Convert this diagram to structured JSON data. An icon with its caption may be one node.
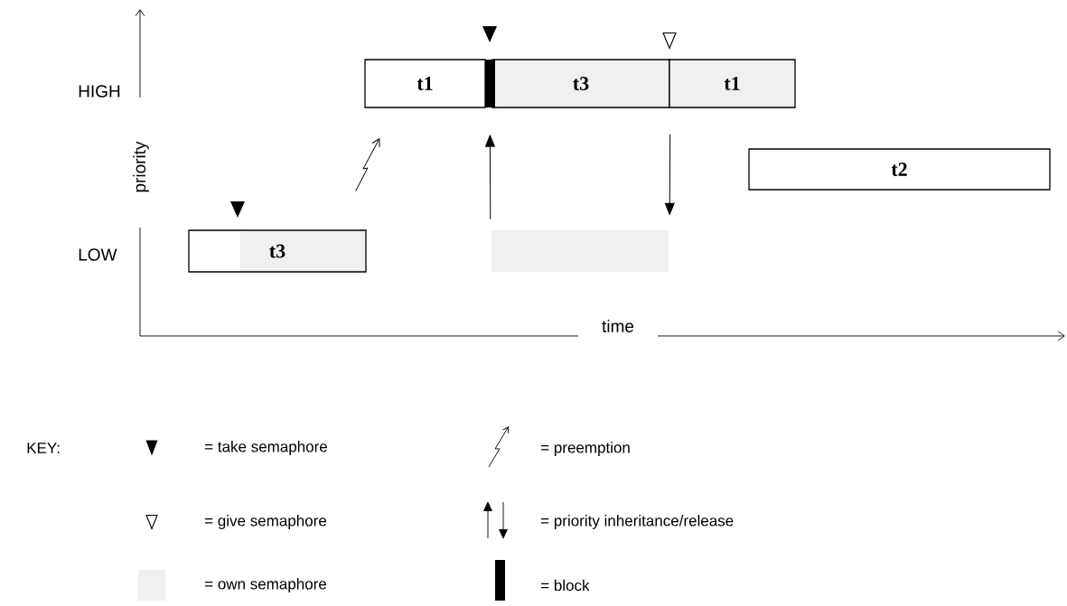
{
  "diagram": {
    "nodes": [
      {
        "text": [
          "t3"
        ]
      },
      {
        "text": [
          "t1"
        ]
      },
      {
        "text": [
          "t3"
        ]
      },
      {
        "text": [
          "t1"
        ]
      },
      {
        "text": [
          "t2"
        ]
      },
      {
        "text": [],
        "shape": "box"
      }
    ],
    "edges": [
      {
        "from": 0,
        "to": 1,
        "arrow": "to"
      },
      {
        "from": 5,
        "to": 2,
        "arrow": "to"
      },
      {
        "from": 2,
        "to": 5,
        "arrow": "to"
      }
    ],
    "labels": [
      "HIGH",
      "LOW",
      "priority",
      "time",
      "KEY:"
    ],
    "legend": [
      {
        "text": "= take semaphore"
      },
      {
        "text": "= give semaphore"
      },
      {
        "text": "= own semaphore",
        "color": "#f0f0f0"
      },
      {
        "text": "= preemption"
      },
      {
        "text": "= priority inheritance/release"
      },
      {
        "text": "= block"
      }
    ]
  }
}
